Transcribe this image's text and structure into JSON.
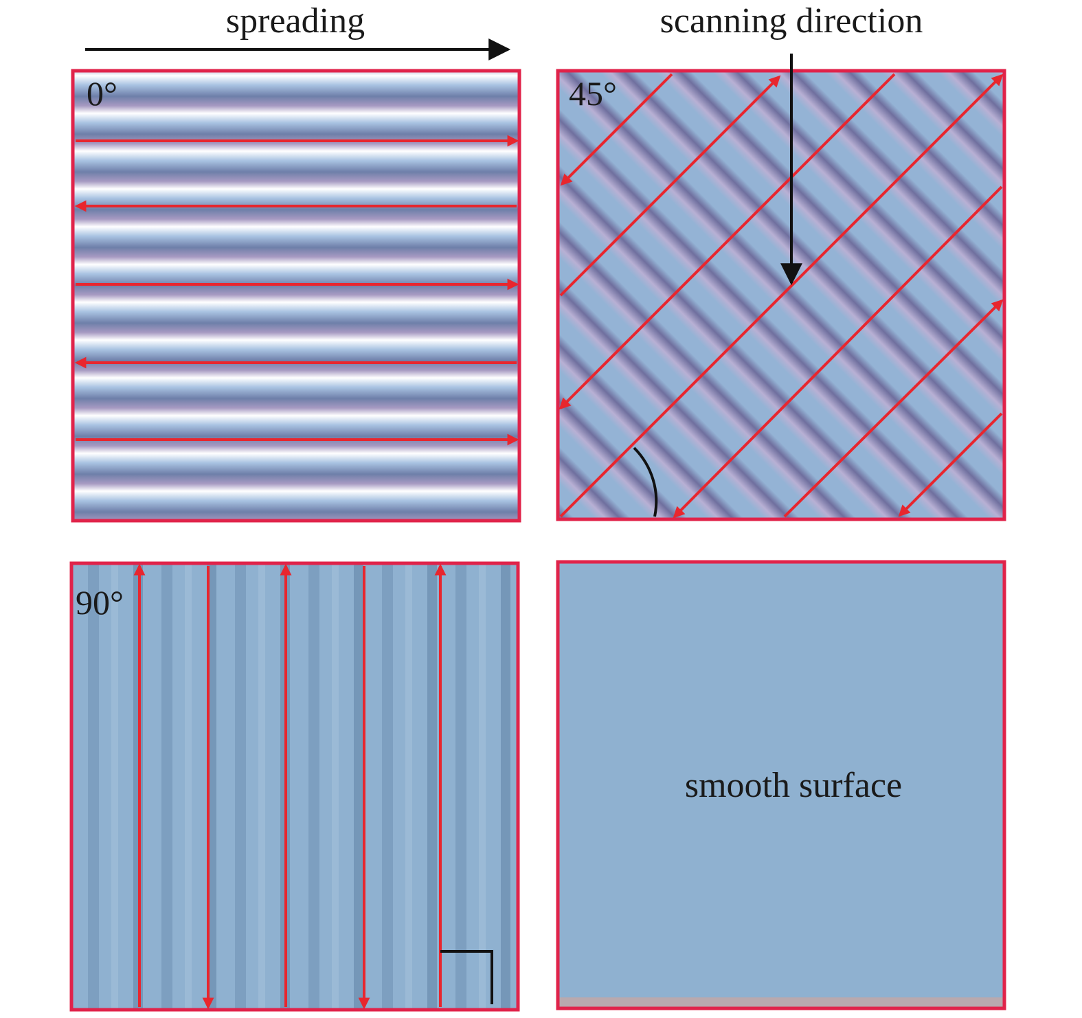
{
  "labels": {
    "spreading": "spreading",
    "scanning_direction": "scanning direction",
    "angle_0": "0°",
    "angle_45": "45°",
    "angle_90": "90°",
    "smooth_surface": "smooth surface"
  },
  "colors": {
    "frame": "#e0234a",
    "scan_arrow": "#e8262e",
    "surface_blue": "#8fb1d0",
    "track_dark": "#6b7fa8",
    "track_mid": "#9cb6d4",
    "track_light": "#ffffff",
    "guide_arrow": "#111111"
  },
  "panels": [
    {
      "id": "0deg",
      "scan_angle_deg": 0,
      "surface": "striped tracks"
    },
    {
      "id": "45deg",
      "scan_angle_deg": 45,
      "surface": "diagonal tracks"
    },
    {
      "id": "90deg",
      "scan_angle_deg": 90,
      "surface": "vertical tracks"
    },
    {
      "id": "smooth",
      "surface": "smooth"
    }
  ]
}
